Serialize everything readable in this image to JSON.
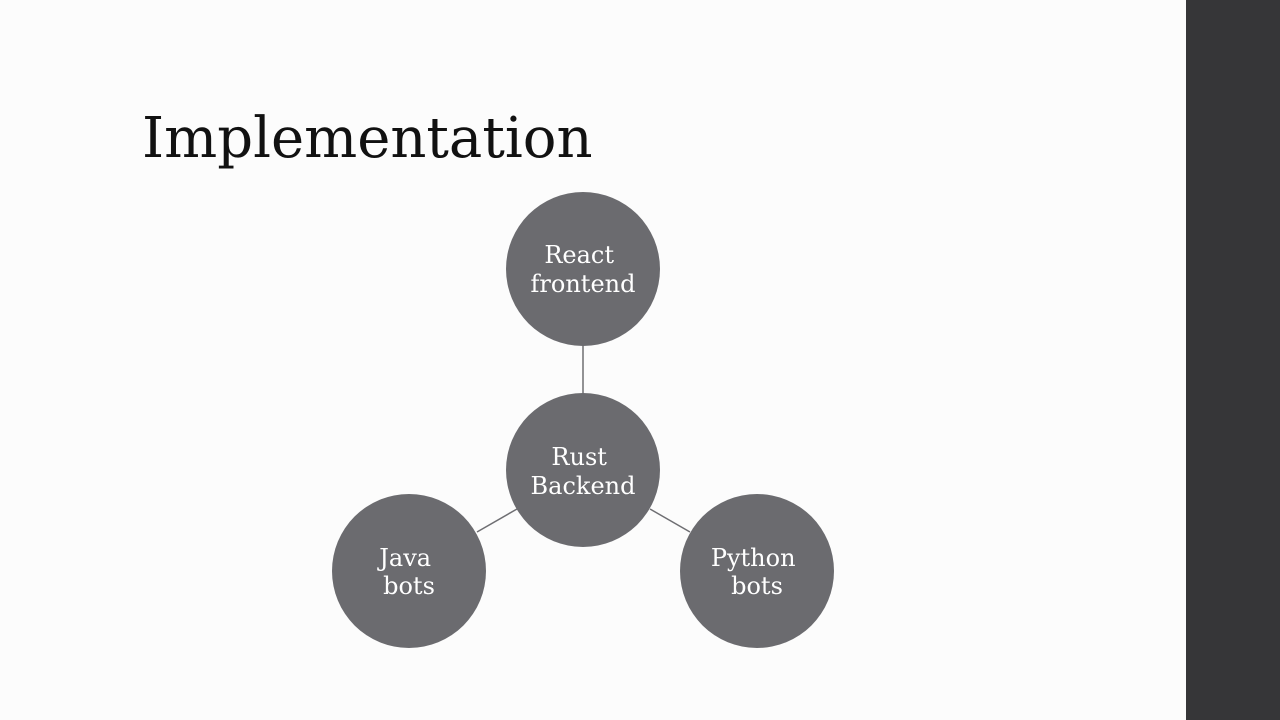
{
  "slide": {
    "title": "Implementation"
  },
  "diagram": {
    "center": {
      "line1": "Rust",
      "line2": "Backend"
    },
    "nodes": [
      {
        "line1": "React",
        "line2": "frontend"
      },
      {
        "line1": "Java",
        "line2": "bots"
      },
      {
        "line1": "Python",
        "line2": "bots"
      }
    ]
  },
  "colors": {
    "background": "#fcfcfc",
    "side_bar": "#363638",
    "node_fill": "#6b6b6f",
    "node_text": "#ffffff",
    "connector": "#6e6e72",
    "title_text": "#111111"
  }
}
